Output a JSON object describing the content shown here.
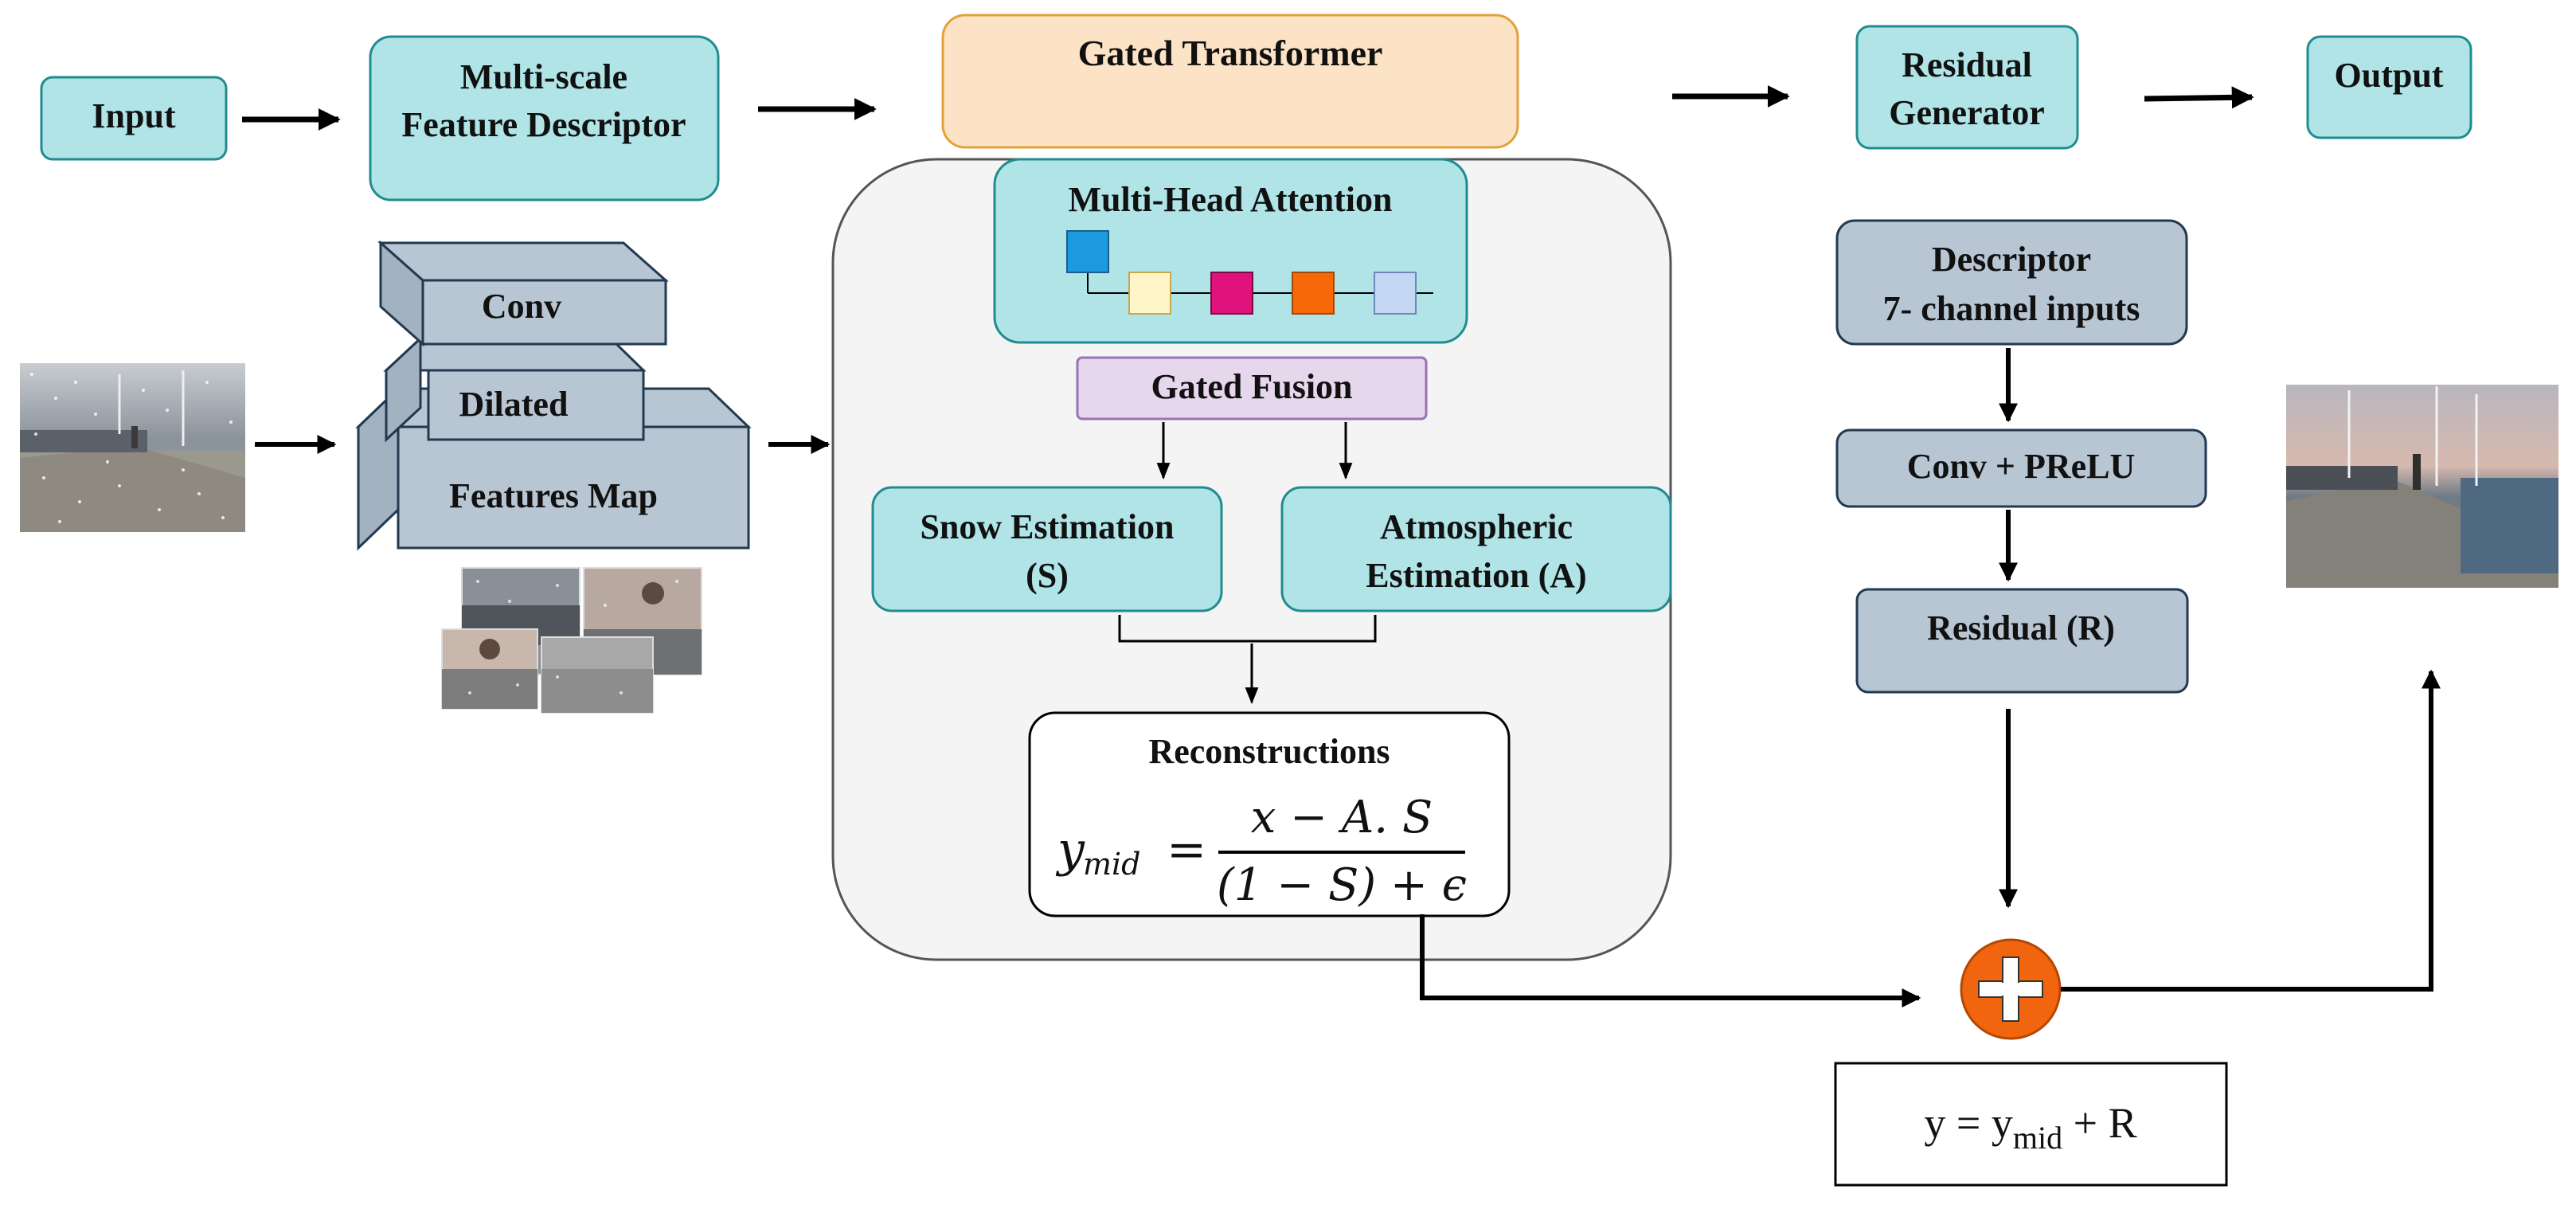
{
  "nodes": {
    "input": "Input",
    "mfd_line1": "Multi-scale",
    "mfd_line2": "Feature Descriptor",
    "gated_transformer": "Gated Transformer",
    "residual_gen_line1": "Residual",
    "residual_gen_line2": "Generator",
    "output": "Output",
    "conv": "Conv",
    "dilated": "Dilated",
    "features_map": "Features Map",
    "mha": "Multi-Head Attention",
    "gated_fusion": "Gated Fusion",
    "snow_line1": "Snow Estimation",
    "snow_line2": "(S)",
    "atmo_line1": "Atmospheric",
    "atmo_line2": "Estimation (A)",
    "reconstructions": "Reconstructions",
    "descriptor_line1": "Descriptor",
    "descriptor_line2": "7- channel inputs",
    "conv_prelu": "Conv + PReLU",
    "residual_r": "Residual (R)"
  },
  "formula_mid": {
    "lhs_var": "y",
    "lhs_sub": "mid",
    "eq": "=",
    "numerator": "x − A. S",
    "denominator": "(1 − S) + ϵ"
  },
  "formula_final": {
    "y": "y",
    "eq": " = ",
    "ymid_base": "y",
    "ymid_sub": "mid",
    "plus_r": " + R"
  },
  "colors": {
    "teal_fill": "#b0e4e6",
    "teal_stroke": "#1f8c8f",
    "orange_fill": "#fde3c6",
    "orange_stroke": "#e3a13b",
    "purple_fill": "#e6d7ec",
    "purple_stroke": "#9a73b4",
    "gray_fill": "#b8c6d3",
    "gray_stroke": "#22394f",
    "panel_fill": "#f4f4f4",
    "adder_fill": "#f0650d",
    "token_colors": [
      "#1b9ae0",
      "#fef6c8",
      "#e0127b",
      "#f76808",
      "#c3d7f3"
    ]
  }
}
